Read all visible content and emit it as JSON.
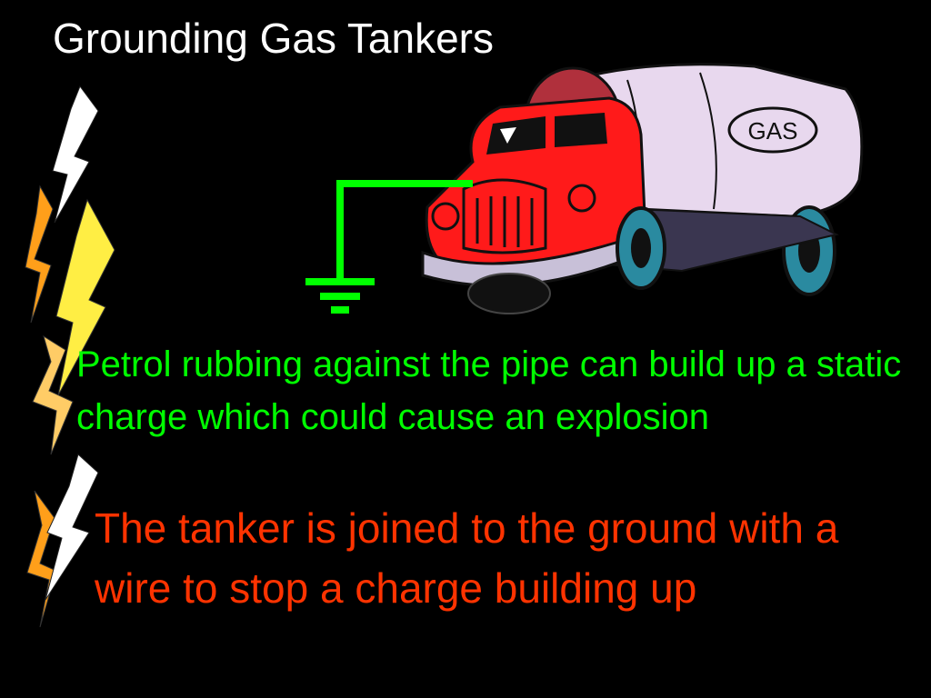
{
  "slide": {
    "title": "Grounding Gas Tankers",
    "statement": "Petrol rubbing against the pipe can build up a static charge which could cause an explosion",
    "explanation": "The tanker is joined to the ground with a wire to stop a charge building up",
    "tanker_label": "GAS"
  },
  "colors": {
    "background": "#000000",
    "title": "#ffffff",
    "statement": "#00ff00",
    "explanation": "#ff3300",
    "ground_wire": "#00ff00",
    "truck_body": "#ff1a1a",
    "tank": "#e8d8ee",
    "tank_end": "#b0303c",
    "wheels": "#2a8aa0"
  },
  "icons": [
    "lightning-bolt-icon",
    "tanker-truck-clipart",
    "ground-symbol-icon"
  ]
}
